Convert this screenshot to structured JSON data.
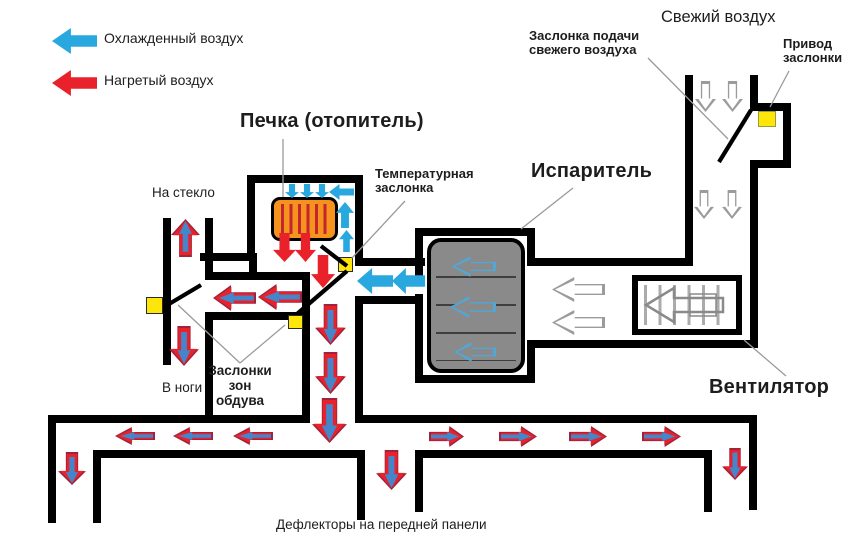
{
  "diagram_title": "",
  "legend": {
    "items": [
      {
        "label": "Охлажденный воздух",
        "color": "#29A8E0"
      },
      {
        "label": "Нагретый воздух",
        "color": "#E8212A"
      }
    ]
  },
  "labels": {
    "heater": "Печка (отопитель)",
    "temp_damper": "Температурная\nзаслонка",
    "evaporator": "Испаритель",
    "fresh_air": "Свежий воздух",
    "fresh_air_damper": "Заслонка подачи\nсвежего воздуха",
    "damper_drive": "Привод\nзаслонки",
    "to_windshield": "На стекло",
    "to_feet": "В ноги",
    "zone_dampers": "Заслонки\nзон\nобдува",
    "fan": "Вентилятор",
    "panel_deflectors": "Дефлекторы на передней панели"
  },
  "colors": {
    "cool_air": "#29A8E0",
    "hot_air": "#E8212A",
    "mixed_edge": "#A1233B",
    "mixed_blue": "#4586CB",
    "heater_core": "#F6921E",
    "heater_stripe": "#C1272D",
    "evaporator_core": "#8A8A8A",
    "evaporator_line": "#3F3F3F",
    "evaporator_arrow": "#4FA8D8",
    "outline_arrow": "#9B9B9B",
    "actuator_yellow": "#FFE60A",
    "wall": "#000000",
    "text": "#1D1D1D"
  }
}
